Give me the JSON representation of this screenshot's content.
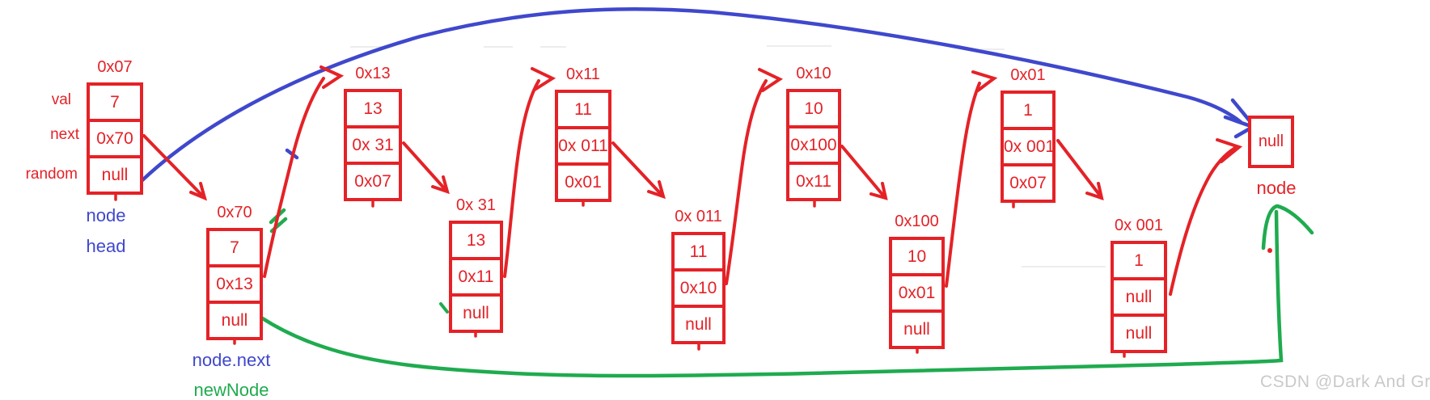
{
  "colors": {
    "pointer_red": "#e42227",
    "annotation_blue": "#3f48cc",
    "annotation_green": "#1fab4f",
    "watermark_gray": "#c9c9c9"
  },
  "labels": {
    "field_val": "val",
    "field_next": "next",
    "field_random": "random",
    "node1_name": "node",
    "node1_head": "head",
    "node2_name": "node.next",
    "node2_newnode": "newNode",
    "terminal_name": "node"
  },
  "nodes": [
    {
      "address": "0x07",
      "val": "7",
      "next": "0x70",
      "random": "null"
    },
    {
      "address": "0x70",
      "val": "7",
      "next": "0x13",
      "random": "null"
    },
    {
      "address": "0x13",
      "val": "13",
      "next": "0x 31",
      "random": "0x07"
    },
    {
      "address": "0x 31",
      "val": "13",
      "next": "0x11",
      "random": "null"
    },
    {
      "address": "0x11",
      "val": "11",
      "next": "0x 011",
      "random": "0x01"
    },
    {
      "address": "0x 011",
      "val": "11",
      "next": "0x10",
      "random": "null"
    },
    {
      "address": "0x10",
      "val": "10",
      "next": "0x100",
      "random": "0x11"
    },
    {
      "address": "0x100",
      "val": "10",
      "next": "0x01",
      "random": "null"
    },
    {
      "address": "0x01",
      "val": "1",
      "next": "0x 001",
      "random": "0x07"
    },
    {
      "address": "0x 001",
      "val": "1",
      "next": "null",
      "random": "null"
    }
  ],
  "terminal": {
    "value": "null"
  },
  "watermark": "CSDN @Dark And Grey"
}
